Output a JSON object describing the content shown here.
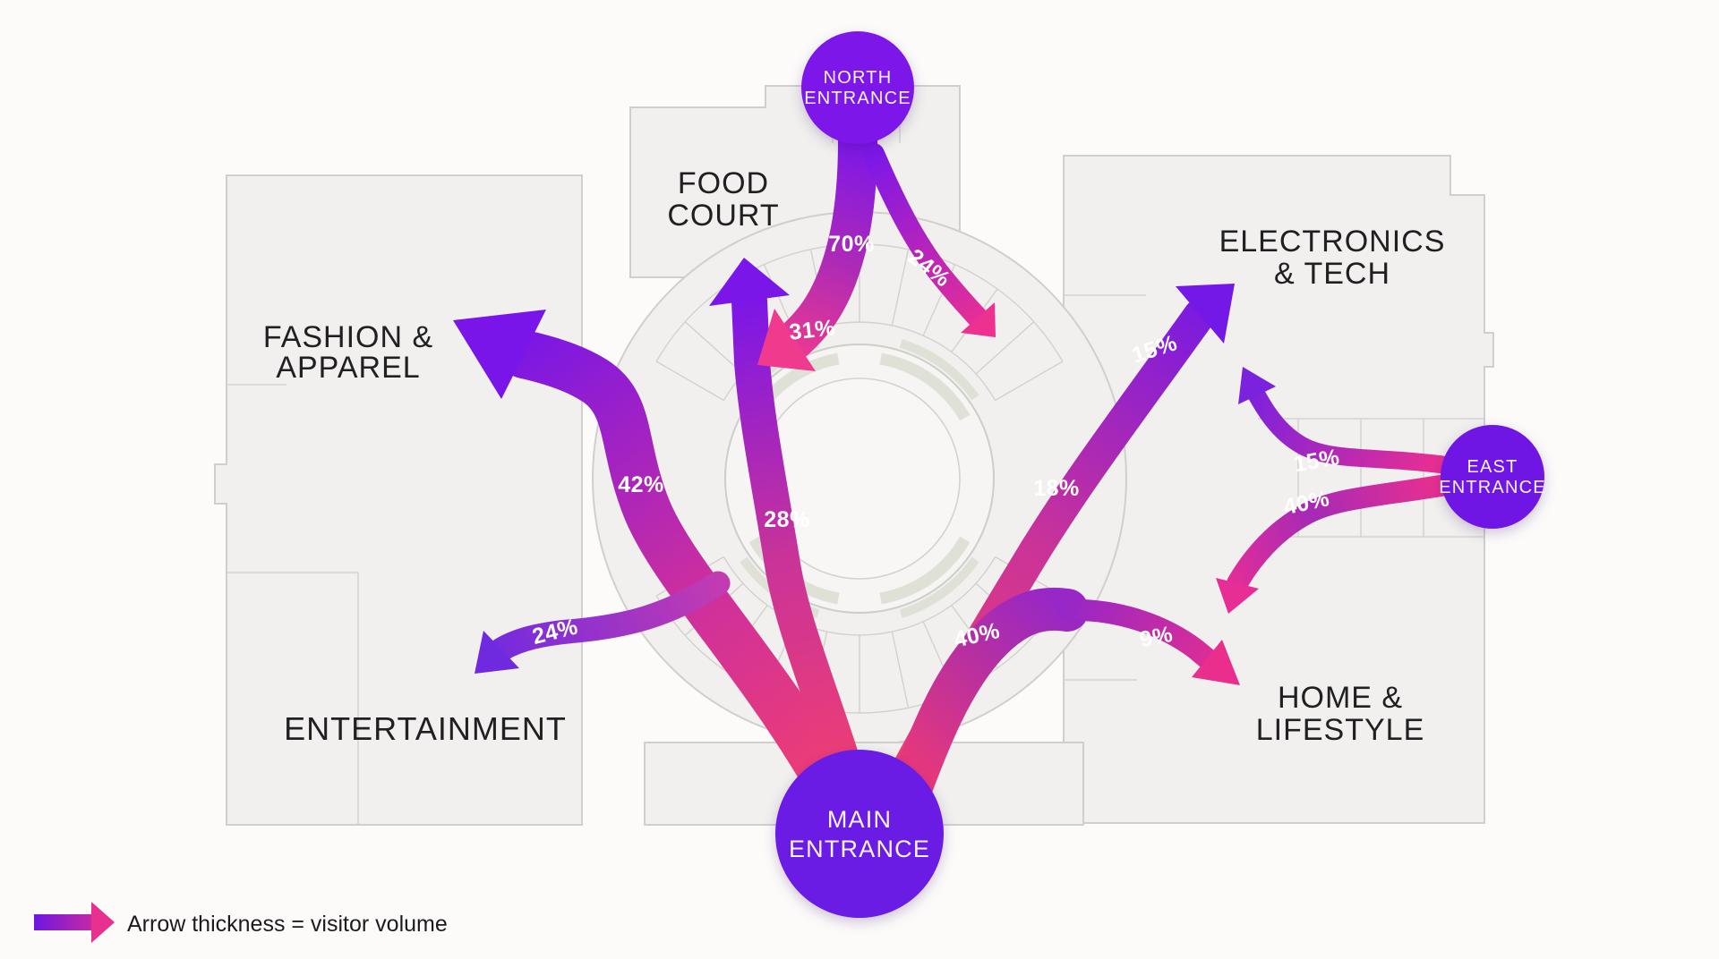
{
  "legend": {
    "label": "Arrow thickness = visitor volume"
  },
  "entrances": {
    "north": {
      "lines": [
        "NORTH",
        "ENTRANCE"
      ]
    },
    "east": {
      "lines": [
        "EAST",
        "ENTRANCE"
      ]
    },
    "main": {
      "lines": [
        "MAIN",
        "ENTRANCE"
      ]
    }
  },
  "areas": {
    "food_court": {
      "lines": [
        "FOOD",
        "COURT"
      ]
    },
    "fashion": {
      "lines": [
        "FASHION &",
        "APPAREL"
      ]
    },
    "electronics": {
      "lines": [
        "ELECTRONICS",
        "& TECH"
      ]
    },
    "entertainment": {
      "lines": [
        "ENTERTAINMENT"
      ]
    },
    "home": {
      "lines": [
        "HOME &",
        "LIFESTYLE"
      ]
    }
  },
  "flows": {
    "north_main": {
      "from": "north entrance",
      "percent": "70%"
    },
    "north_branch_right": {
      "from": "north entrance",
      "percent": "24%"
    },
    "north_branch_left": {
      "from": "north entrance",
      "percent": "31%"
    },
    "main_fashion": {
      "from": "main entrance",
      "to": "fashion & apparel",
      "percent": "42%"
    },
    "main_food_court": {
      "from": "main entrance",
      "to": "food court",
      "percent": "28%"
    },
    "main_electronics": {
      "from": "main entrance",
      "to": "electronics & tech",
      "percent": "18%"
    },
    "main_electronics_up": {
      "from": "main entrance",
      "to": "electronics & tech",
      "percent": "15%"
    },
    "main_entertainment": {
      "from": "main entrance",
      "to": "entertainment",
      "percent": "24%"
    },
    "main_home": {
      "from": "main entrance",
      "to": "home & lifestyle",
      "percent": "40%"
    },
    "main_home_tip": {
      "from": "main entrance",
      "to": "home & lifestyle",
      "percent": "9%"
    },
    "east_electronics": {
      "from": "east entrance",
      "to": "electronics & tech",
      "percent": "15%"
    },
    "east_home": {
      "from": "east entrance",
      "to": "home & lifestyle",
      "percent": "40%"
    }
  },
  "colors": {
    "entrance_purple": "#7118e6",
    "flow_purple": "#7a16e8",
    "flow_pink": "#ee2f8a",
    "flow_red_pink": "#f4406e"
  }
}
